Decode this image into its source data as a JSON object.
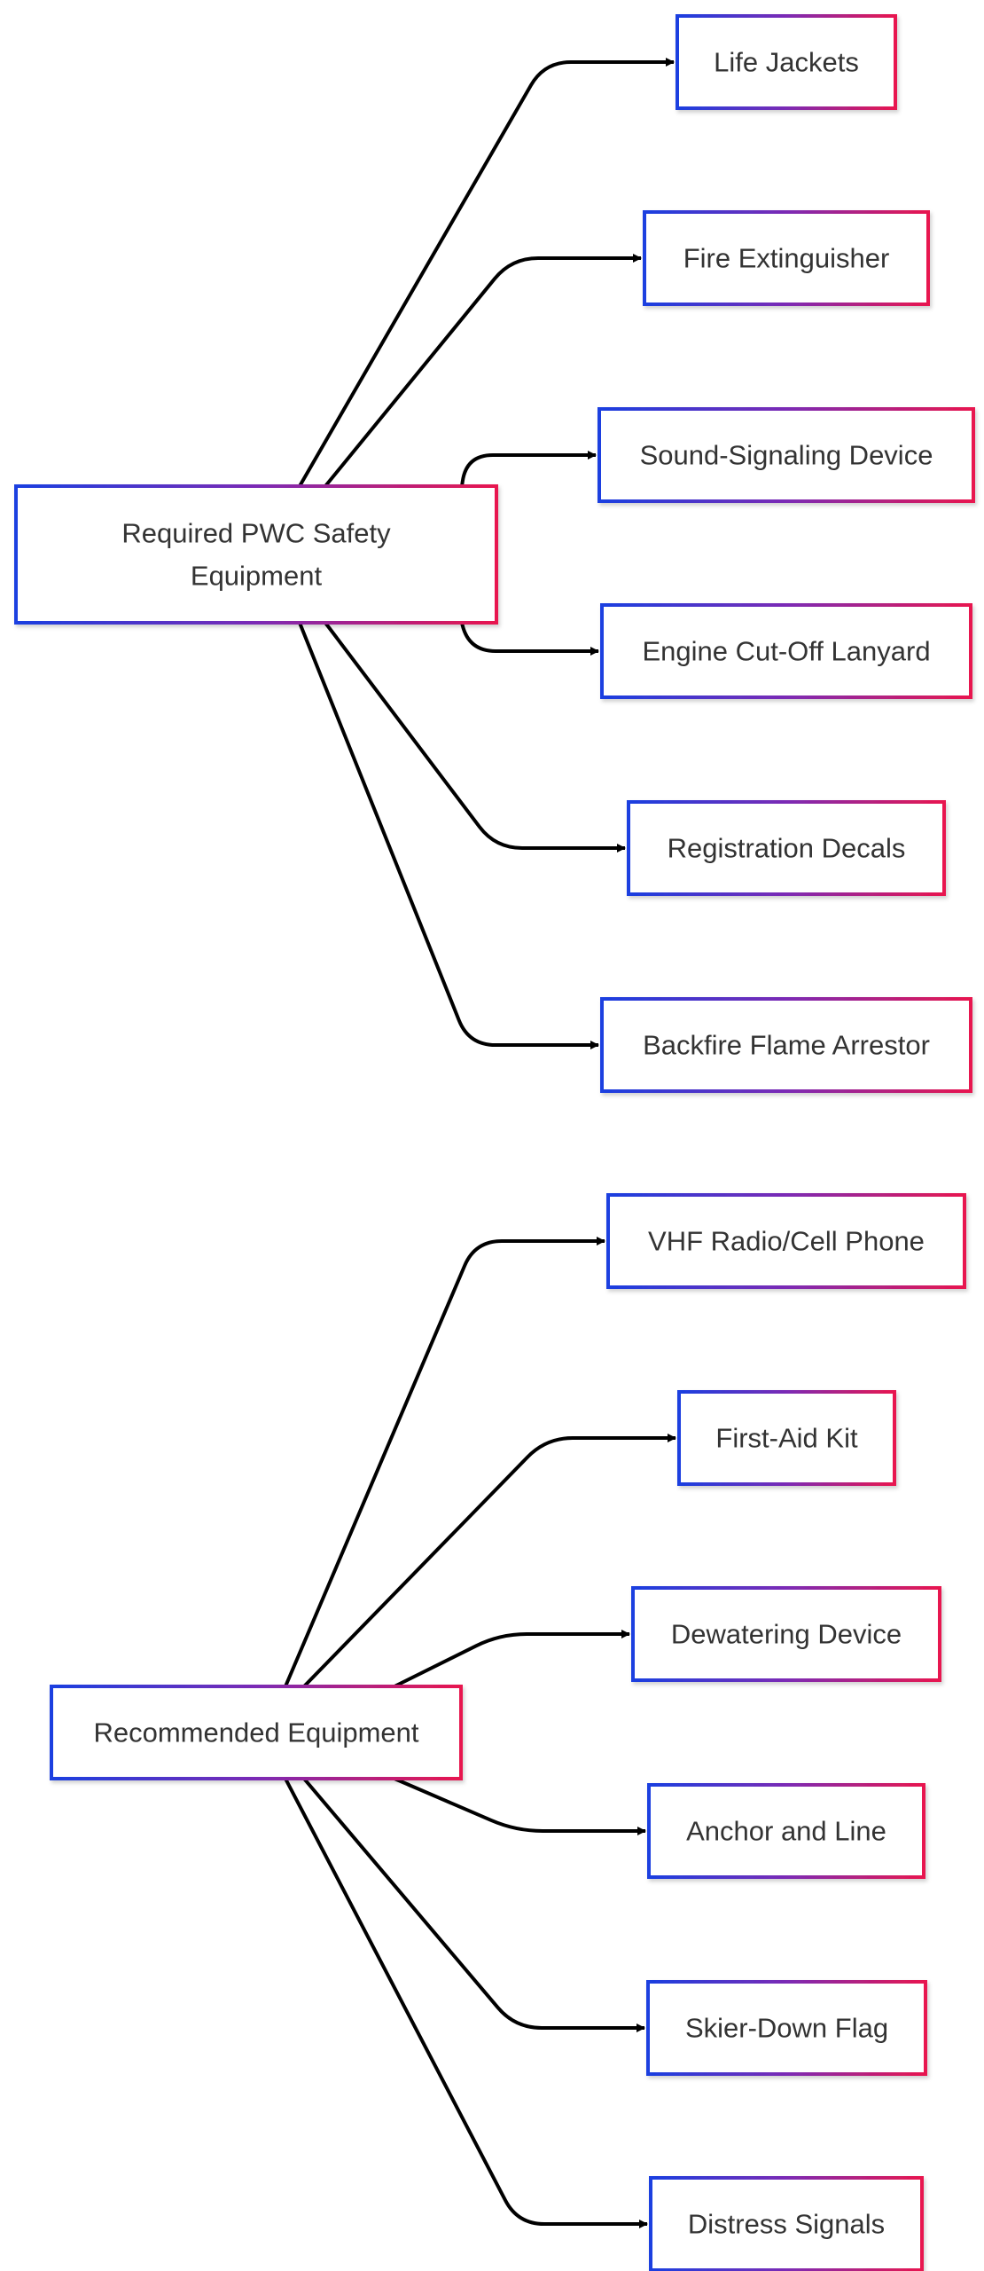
{
  "colors": {
    "border_gradient_start": "#1a3fe0",
    "border_gradient_mid": "#7b2bb5",
    "border_gradient_end": "#e8174f",
    "edge": "#000000",
    "text": "#333333",
    "background": "#ffffff"
  },
  "groups": [
    {
      "root": {
        "id": "required",
        "label_lines": [
          "Required PWC Safety",
          "Equipment"
        ]
      },
      "children": [
        {
          "id": "life-jackets",
          "label": "Life Jackets"
        },
        {
          "id": "fire-extinguisher",
          "label": "Fire Extinguisher"
        },
        {
          "id": "sound-signaling-device",
          "label": "Sound-Signaling Device"
        },
        {
          "id": "engine-cut-off-lanyard",
          "label": "Engine Cut-Off Lanyard"
        },
        {
          "id": "registration-decals",
          "label": "Registration Decals"
        },
        {
          "id": "backfire-flame-arrestor",
          "label": "Backfire Flame Arrestor"
        }
      ]
    },
    {
      "root": {
        "id": "recommended",
        "label_lines": [
          "Recommended Equipment"
        ]
      },
      "children": [
        {
          "id": "vhf-radio-cell-phone",
          "label": "VHF Radio/Cell Phone"
        },
        {
          "id": "first-aid-kit",
          "label": "First-Aid Kit"
        },
        {
          "id": "dewatering-device",
          "label": "Dewatering Device"
        },
        {
          "id": "anchor-and-line",
          "label": "Anchor and Line"
        },
        {
          "id": "skier-down-flag",
          "label": "Skier-Down Flag"
        },
        {
          "id": "distress-signals",
          "label": "Distress Signals"
        }
      ]
    }
  ]
}
